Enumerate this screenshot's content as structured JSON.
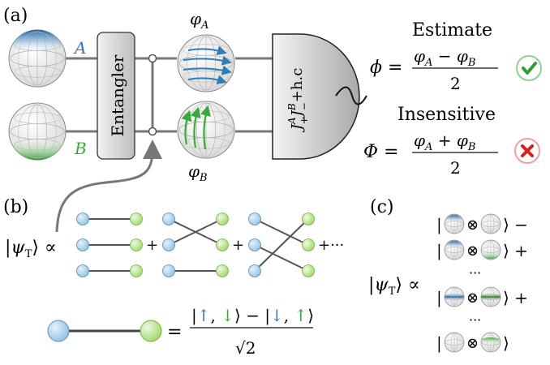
{
  "panels": {
    "a": "(a)",
    "b": "(b)",
    "c": "(c)"
  },
  "qubits": {
    "a_label": "A",
    "b_label": "B",
    "phi_a": "φA",
    "phi_b": "φB"
  },
  "entangler": {
    "label": "Entangler"
  },
  "measurement": {
    "label": "J+A J−B +h.c"
  },
  "estimate": {
    "heading": "Estimate",
    "lhs": "ϕ =",
    "numerator": "φA − φB",
    "denominator": "2",
    "status": "check-icon"
  },
  "insensitive": {
    "heading": "Insensitive",
    "lhs": "Φ =",
    "numerator": "φA + φB",
    "denominator": "2",
    "status": "cross-icon"
  },
  "panel_b": {
    "psi": "|ψT⟩ ∝",
    "plus1": "+",
    "plus2": "+",
    "plus3": "+···",
    "bond_equation": {
      "lhs": "=",
      "numerator": "|↑, ↓⟩ − |↓, ↑⟩",
      "denominator": "√2"
    }
  },
  "panel_c": {
    "psi": "|ψT⟩ ∝",
    "ket_end": "⟩",
    "tensor": "⊗",
    "rows": [
      {
        "ket_end": "⟩ −"
      },
      {
        "ket_end": "⟩ +"
      },
      {
        "ket_end": "⟩ +"
      },
      {
        "ket_end": "⟩"
      }
    ],
    "dots": "···"
  },
  "colors": {
    "blue": "#2e7cb8",
    "green": "#3aa83a",
    "gray_line": "#777777",
    "check": "#2e9e2e",
    "cross": "#d62020"
  }
}
